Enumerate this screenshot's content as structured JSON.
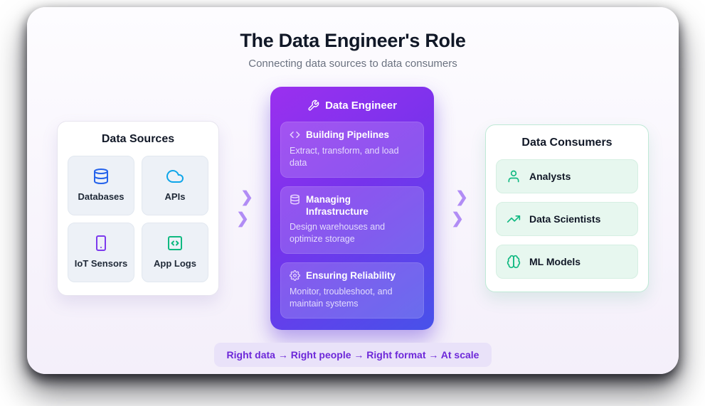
{
  "title": "The Data Engineer's Role",
  "subtitle": "Connecting data sources to data consumers",
  "flow": {
    "chevron": "❯"
  },
  "sources": {
    "title": "Data Sources",
    "items": [
      {
        "label": "Databases",
        "icon": "database-icon"
      },
      {
        "label": "APIs",
        "icon": "cloud-icon"
      },
      {
        "label": "IoT Sensors",
        "icon": "smartphone-icon"
      },
      {
        "label": "App Logs",
        "icon": "code-window-icon"
      }
    ]
  },
  "engineer": {
    "title": "Data Engineer",
    "icon": "wrench-icon",
    "responsibilities": [
      {
        "title": "Building Pipelines",
        "icon": "code-icon",
        "desc": "Extract, transform, and load data"
      },
      {
        "title": "Managing Infrastructure",
        "icon": "database-icon",
        "desc": "Design warehouses and optimize storage"
      },
      {
        "title": "Ensuring Reliability",
        "icon": "gear-icon",
        "desc": "Monitor, troubleshoot, and maintain systems"
      }
    ]
  },
  "consumers": {
    "title": "Data Consumers",
    "items": [
      {
        "label": "Analysts",
        "icon": "user-icon"
      },
      {
        "label": "Data Scientists",
        "icon": "trending-up-icon"
      },
      {
        "label": "ML Models",
        "icon": "brain-icon"
      }
    ]
  },
  "footer": {
    "text": "Right data → Right people → Right format → At scale"
  },
  "colors": {
    "engineer_gradient_start": "#9b30ef",
    "engineer_gradient_end": "#4752ea",
    "accent_purple": "#7c3aed",
    "accent_green": "#10b981",
    "accent_blue": "#2563eb",
    "accent_cyan": "#0ea5e9",
    "chevron": "#b18cf5",
    "footer_bg": "#e9e2f9",
    "footer_text": "#6d28d9"
  }
}
